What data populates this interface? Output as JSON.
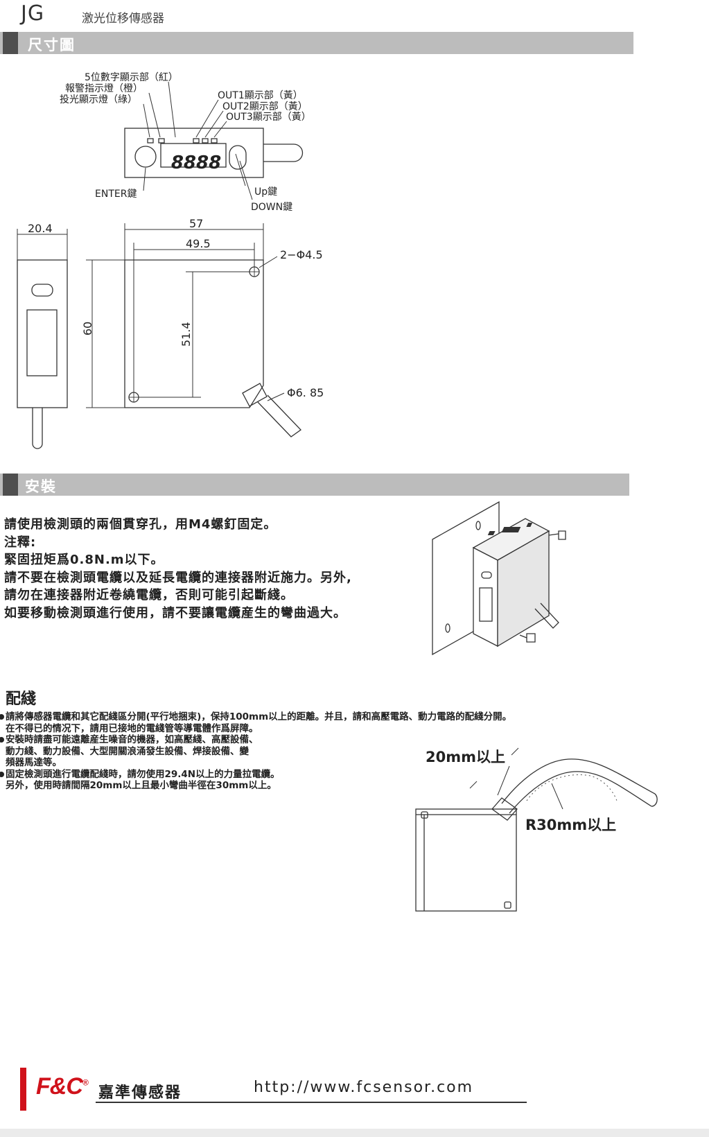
{
  "header": {
    "model": "JG",
    "title": "激光位移傳感器"
  },
  "sections": {
    "dimensions": "尺寸圖",
    "installation": "安裝",
    "wiring": "配綫"
  },
  "dim_labels": {
    "display": "5位數字顯示部（紅）",
    "alarm": "報警指示燈（橙）",
    "emit": "投光顯示燈（綠）",
    "out1": "OUT1顯示部（黃）",
    "out2": "OUT2顯示部（黃）",
    "out3": "OUT3顯示部（黃）",
    "digits": "8888",
    "enter": "ENTER鍵",
    "up": "Up鍵",
    "down": "DOWN鍵",
    "w_side": "20.4",
    "w_total": "57",
    "w_hole": "49.5",
    "h_total": "60",
    "h_hole": "51.4",
    "holes": "2−Φ4.5",
    "cable": "Φ6. 85"
  },
  "installation_text": [
    "請使用檢測頭的兩個貫穿孔，用M4螺釘固定。",
    "注釋:",
    "緊固扭矩爲0.8N.m以下。",
    "請不要在檢測頭電纜以及延長電纜的連接器附近施力。另外,",
    "請勿在連接器附近卷繞電纜，否則可能引起斷綫。",
    "如要移動檢測頭進行使用，請不要讓電纜産生的彎曲過大。"
  ],
  "wiring_items": [
    {
      "lines": [
        "請將傳感器電纜和其它配綫區分開(平行地捆束)，保持100mm以上的距離。并且，請和高壓電路、動力電路的配綫分開。",
        "在不得已的情况下，請用已接地的電綫管等導電體作爲屏障。"
      ]
    },
    {
      "lines": [
        "安裝時請盡可能遠離産生噪音的機器，如高壓綫、高壓設備、",
        "動力綫、動力設備、大型開關浪涌發生設備、焊接設備、變",
        "頻器馬達等。"
      ]
    },
    {
      "lines": [
        "固定檢測頭進行電纜配綫時，請勿使用29.4N以上的力量拉電纜。",
        "另外，使用時請間隔20mm以上且最小彎曲半徑在30mm以上。"
      ]
    }
  ],
  "wiring_labels": {
    "gap": "20mm以上",
    "radius": "R30mm以上"
  },
  "footer": {
    "logo": "F&C",
    "registered": "®",
    "company": "嘉準傳感器",
    "url": "http://www.fcsensor.com"
  }
}
